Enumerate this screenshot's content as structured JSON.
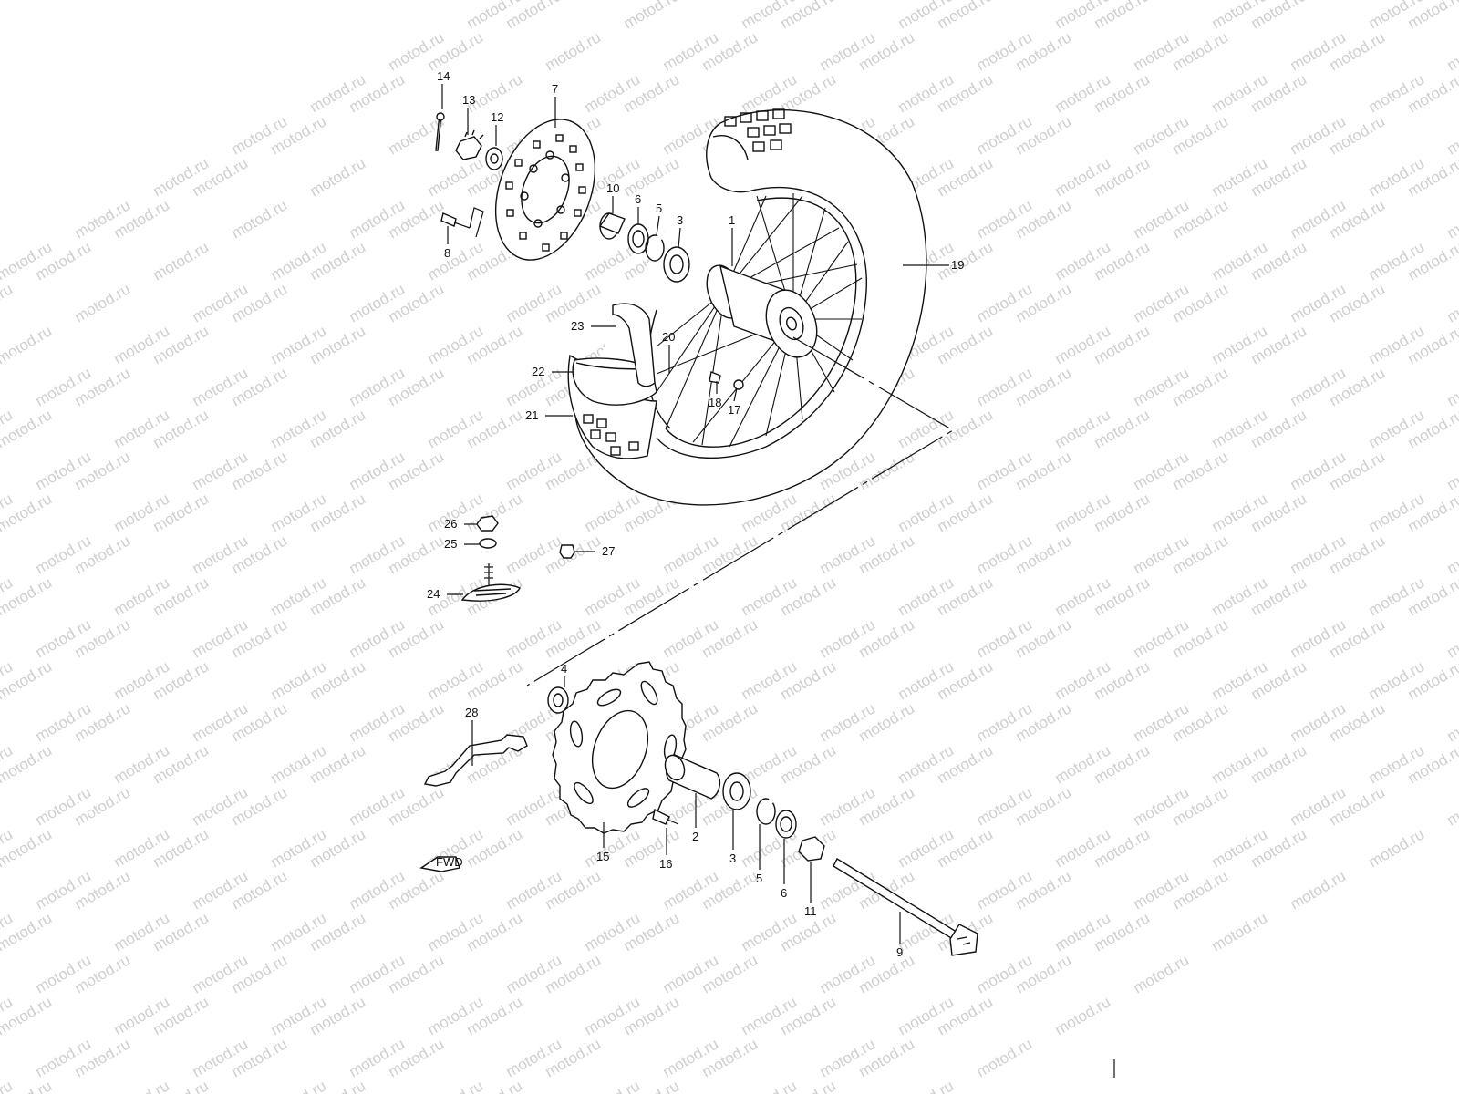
{
  "watermark": {
    "text": "motod.ru"
  },
  "fwd_label": "FWD",
  "callouts": [
    {
      "id": "c1",
      "n": "1"
    },
    {
      "id": "c2",
      "n": "2"
    },
    {
      "id": "c3a",
      "n": "3"
    },
    {
      "id": "c3b",
      "n": "3"
    },
    {
      "id": "c4",
      "n": "4"
    },
    {
      "id": "c5a",
      "n": "5"
    },
    {
      "id": "c5b",
      "n": "5"
    },
    {
      "id": "c6a",
      "n": "6"
    },
    {
      "id": "c6b",
      "n": "6"
    },
    {
      "id": "c7",
      "n": "7"
    },
    {
      "id": "c8",
      "n": "8"
    },
    {
      "id": "c9",
      "n": "9"
    },
    {
      "id": "c10",
      "n": "10"
    },
    {
      "id": "c11",
      "n": "11"
    },
    {
      "id": "c12",
      "n": "12"
    },
    {
      "id": "c13",
      "n": "13"
    },
    {
      "id": "c14",
      "n": "14"
    },
    {
      "id": "c15",
      "n": "15"
    },
    {
      "id": "c16",
      "n": "16"
    },
    {
      "id": "c17",
      "n": "17"
    },
    {
      "id": "c18",
      "n": "18"
    },
    {
      "id": "c19",
      "n": "19"
    },
    {
      "id": "c20",
      "n": "20"
    },
    {
      "id": "c21",
      "n": "21"
    },
    {
      "id": "c22",
      "n": "22"
    },
    {
      "id": "c23",
      "n": "23"
    },
    {
      "id": "c24",
      "n": "24"
    },
    {
      "id": "c25",
      "n": "25"
    },
    {
      "id": "c26",
      "n": "26"
    },
    {
      "id": "c27",
      "n": "27"
    },
    {
      "id": "c28",
      "n": "28"
    }
  ]
}
